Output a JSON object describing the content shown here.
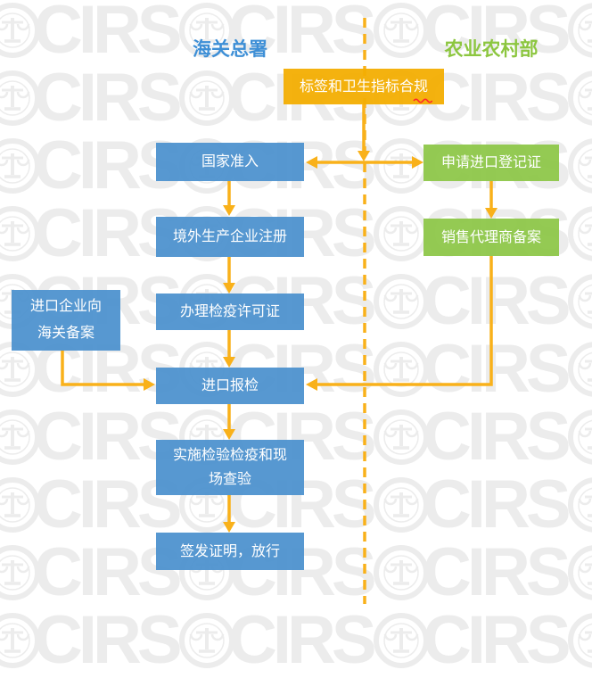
{
  "watermark": {
    "text": "CIRS",
    "icon": "scales-emblem-icon",
    "color": "#ececec"
  },
  "headers": {
    "customs": "海关总署",
    "agriculture": "农业农村部"
  },
  "colors": {
    "header_customs": "#3E8FD6",
    "header_agriculture": "#8CC63F",
    "node_blue": "#4A90CE",
    "node_green": "#8CC646",
    "node_orange": "#F3AE02",
    "arrow": "#F9B11A",
    "spellcheck_underline": "#FF2A2A"
  },
  "flow": {
    "compliance": "标签和卫生指标合规",
    "customs_nodes": {
      "admission": "国家准入",
      "overseas_registration": "境外生产企业注册",
      "quarantine_permit": "办理检疫许可证",
      "import_declaration": "进口报检",
      "inspection": "实施检验检疫和现\n场查验",
      "release": "签发证明，放行"
    },
    "importer_node": "进口企业向\n海关备案",
    "agriculture_nodes": {
      "import_registration": "申请进口登记证",
      "sales_agent_filing": "销售代理商备案"
    },
    "edges": [
      {
        "from": "标签和卫生指标合规",
        "to": "国家准入"
      },
      {
        "from": "标签和卫生指标合规",
        "to": "申请进口登记证"
      },
      {
        "from": "国家准入",
        "to": "境外生产企业注册"
      },
      {
        "from": "境外生产企业注册",
        "to": "办理检疫许可证"
      },
      {
        "from": "办理检疫许可证",
        "to": "进口报检"
      },
      {
        "from": "进口企业向海关备案",
        "to": "进口报检"
      },
      {
        "from": "申请进口登记证",
        "to": "销售代理商备案"
      },
      {
        "from": "销售代理商备案",
        "to": "进口报检"
      },
      {
        "from": "进口报检",
        "to": "实施检验检疫和现场查验"
      },
      {
        "from": "实施检验检疫和现场查验",
        "to": "签发证明，放行"
      }
    ]
  }
}
